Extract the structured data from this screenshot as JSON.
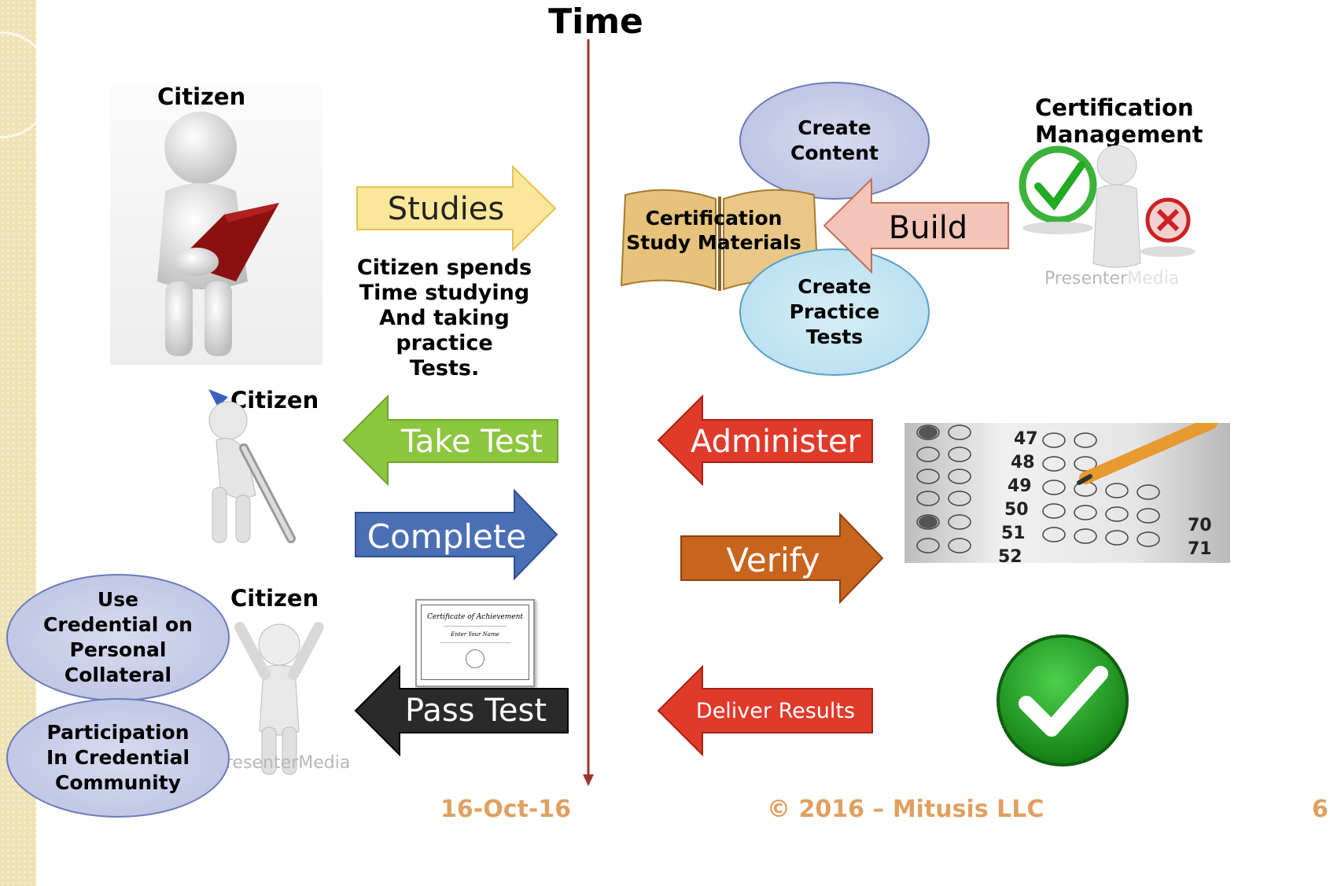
{
  "title": "Time",
  "left": {
    "citizen_label_1": "Citizen",
    "citizen_label_2": "Citizen",
    "citizen_label_3": "Citizen",
    "description": [
      "Citizen spends",
      "Time studying",
      "And taking practice",
      "Tests."
    ],
    "credential_use": [
      "Use",
      "Credential on",
      "Personal",
      "Collateral"
    ],
    "community": [
      "Participation",
      "In Credential",
      "Community"
    ],
    "watermark": "resenterMedia"
  },
  "arrows": {
    "studies": "Studies",
    "take_test": "Take Test",
    "complete": "Complete",
    "pass_test": "Pass Test",
    "build": "Build",
    "administer": "Administer",
    "verify": "Verify",
    "deliver_results": "Deliver Results"
  },
  "right": {
    "create_content": [
      "Create",
      "Content"
    ],
    "study_materials": [
      "Certification",
      "Study Materials"
    ],
    "practice_tests": [
      "Create",
      "Practice",
      "Tests"
    ],
    "cert_mgmt": [
      "Certification",
      "Management"
    ],
    "watermark_a": "Presenter",
    "watermark_b": "Media",
    "answer_rows": [
      "47",
      "48",
      "49",
      "50",
      "51",
      "52"
    ],
    "answer_col2": [
      "70",
      "71"
    ]
  },
  "certificate": {
    "title": "Certificate of Achievement",
    "name": "Enter Your Name"
  },
  "footer": {
    "date": "16-Oct-16",
    "copyright": "© 2016 – Mitusis LLC",
    "page": "6"
  },
  "colors": {
    "timeline": "#a0342c",
    "studies": "#fbe79a",
    "take_test": "#8cc63e",
    "complete": "#4a6fb5",
    "pass_test": "#2a2a2a",
    "build": "#f4c4b8",
    "administer": "#e03a2a",
    "verify": "#c8641e",
    "deliver_results": "#e03a2a",
    "ellipse_purple": "#c8cde6",
    "ellipse_blue": "#c9e6f2",
    "footer": "#e0a060"
  }
}
